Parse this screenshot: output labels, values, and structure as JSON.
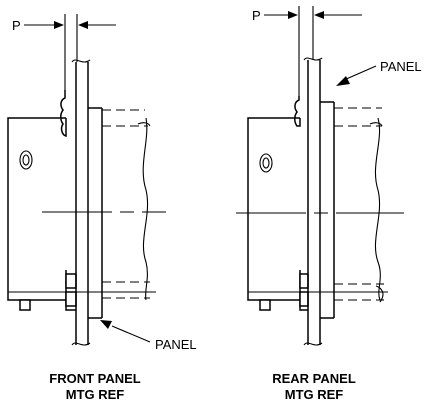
{
  "left_figure": {
    "dimension_label": "P",
    "panel_callout": "PANEL",
    "caption_line1": "FRONT PANEL",
    "caption_line2": "MTG REF"
  },
  "right_figure": {
    "dimension_label": "P",
    "panel_callout": "PANEL",
    "caption_line1": "REAR PANEL",
    "caption_line2": "MTG REF"
  }
}
